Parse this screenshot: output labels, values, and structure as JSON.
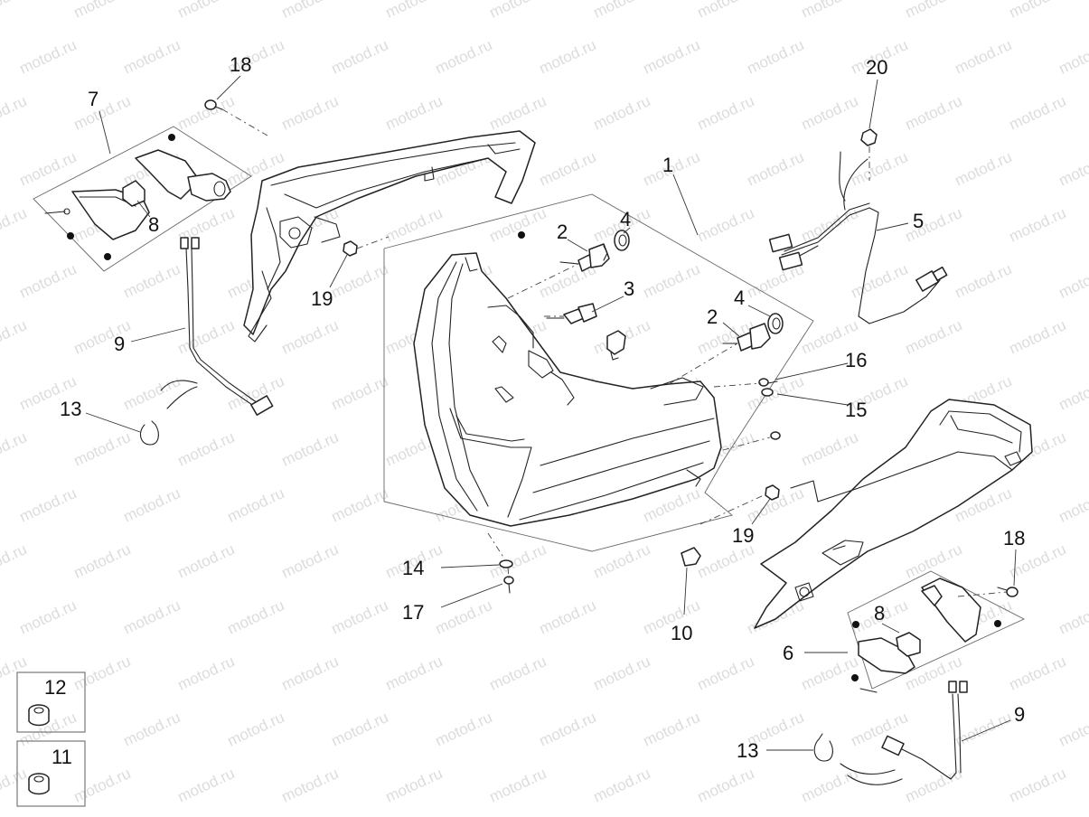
{
  "watermark": {
    "text": "motod.ru",
    "color": "#dcdcdc"
  },
  "colors": {
    "line": "#222222",
    "label": "#111111",
    "background": "#ffffff"
  },
  "callouts": {
    "c1": "1",
    "c2a": "2",
    "c2b": "2",
    "c3": "3",
    "c4a": "4",
    "c4b": "4",
    "c5": "5",
    "c6": "6",
    "c7": "7",
    "c8a": "8",
    "c8b": "8",
    "c9a": "9",
    "c9b": "9",
    "c10": "10",
    "c11": "11",
    "c12": "12",
    "c13a": "13",
    "c13b": "13",
    "c14": "14",
    "c15": "15",
    "c16": "16",
    "c17": "17",
    "c18a": "18",
    "c18b": "18",
    "c19a": "19",
    "c19b": "19",
    "c20": "20"
  }
}
